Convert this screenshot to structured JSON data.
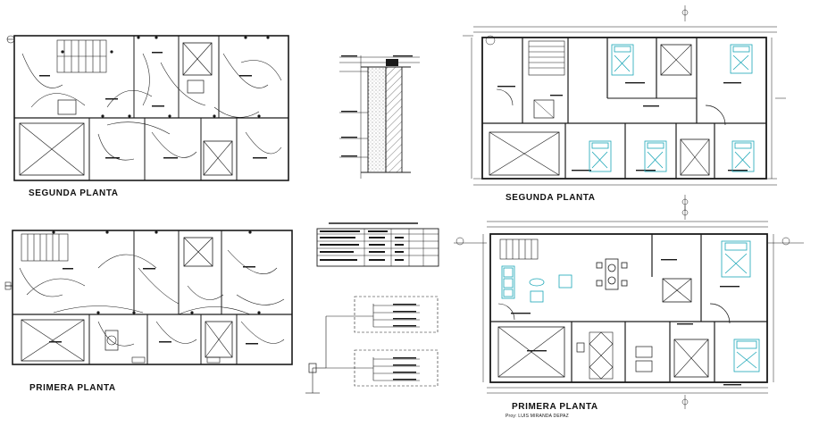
{
  "labels": {
    "plan_tl": "SEGUNDA  PLANTA",
    "plan_bl": "PRIMERA  PLANTA",
    "plan_tr": "SEGUNDA  PLANTA",
    "plan_br": "PRIMERA  PLANTA",
    "author_note": "Proy: LUIS MIRANDA DEPAZ"
  },
  "colors": {
    "line": "#1a1a1a",
    "furniture": "#1aa6b7",
    "paper": "#ffffff",
    "hatch": "#555555"
  }
}
